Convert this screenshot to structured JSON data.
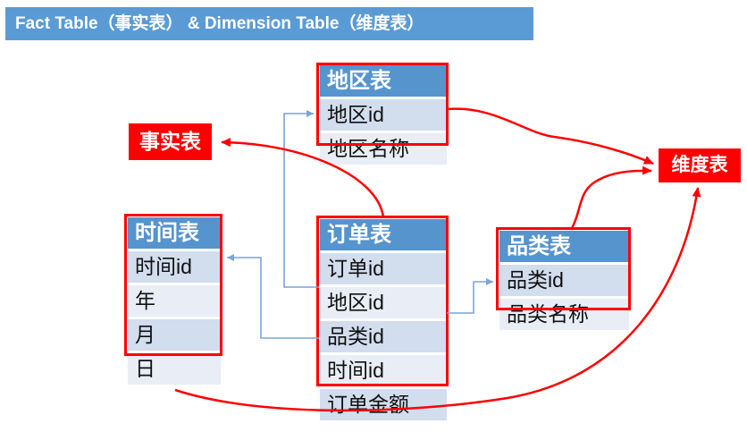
{
  "title": "Fact Table（事实表） & Dimension Table（维度表）",
  "labels": {
    "fact": "事实表",
    "dimension": "维度表"
  },
  "tables": {
    "region": {
      "title": "地区表",
      "rows": [
        "地区id",
        "地区名称"
      ]
    },
    "time": {
      "title": "时间表",
      "rows": [
        "时间id",
        "年",
        "月",
        "日"
      ]
    },
    "order": {
      "title": "订单表",
      "rows": [
        "订单id",
        "地区id",
        "品类id",
        "时间id",
        "订单金额"
      ]
    },
    "category": {
      "title": "品类表",
      "rows": [
        "品类id",
        "品类名称"
      ]
    }
  },
  "relations": {
    "foreign_keys": [
      {
        "from": "订单表.地区id",
        "to": "地区表.地区id"
      },
      {
        "from": "订单表.品类id",
        "to": "品类表.品类id"
      },
      {
        "from": "订单表.时间id",
        "to": "时间表.时间id"
      }
    ],
    "annotations": [
      {
        "from": "订单表",
        "to": "事实表"
      },
      {
        "from": "地区表",
        "to": "维度表"
      },
      {
        "from": "品类表",
        "to": "维度表"
      },
      {
        "from": "时间表",
        "to": "维度表"
      }
    ]
  },
  "colors": {
    "title_blue": "#5b9bd5",
    "header_blue": "#5694ce",
    "row_dark": "#d2ddee",
    "row_light": "#e8edf6",
    "highlight_red": "#ff0000",
    "connector_blue": "#7aa4d9"
  }
}
